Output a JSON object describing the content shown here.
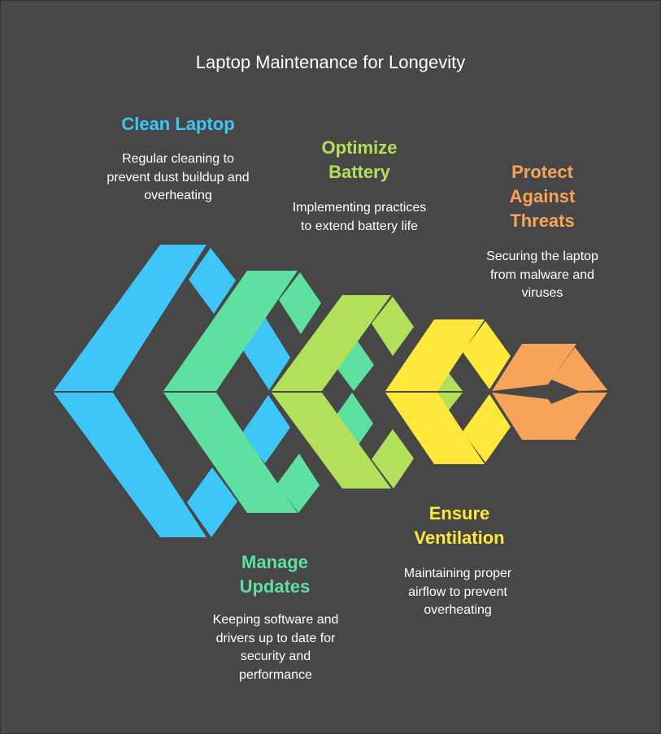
{
  "title": "Laptop Maintenance for Longevity",
  "steps": [
    {
      "title": "Clean Laptop",
      "description": "Regular cleaning to prevent dust buildup and overheating",
      "color": "#3fc6f8"
    },
    {
      "title": "Manage Updates",
      "description": "Keeping software and drivers up to date for security and performance",
      "color": "#5ee0a0"
    },
    {
      "title": "Optimize Battery",
      "description": "Implementing practices to extend battery life",
      "color": "#b3e05a"
    },
    {
      "title": "Ensure Ventilation",
      "description": "Maintaining proper airflow to prevent overheating",
      "color": "#ffe83a"
    },
    {
      "title": "Protect Against Threats",
      "description": "Securing the laptop from malware and viruses",
      "color": "#f7a45a"
    }
  ]
}
